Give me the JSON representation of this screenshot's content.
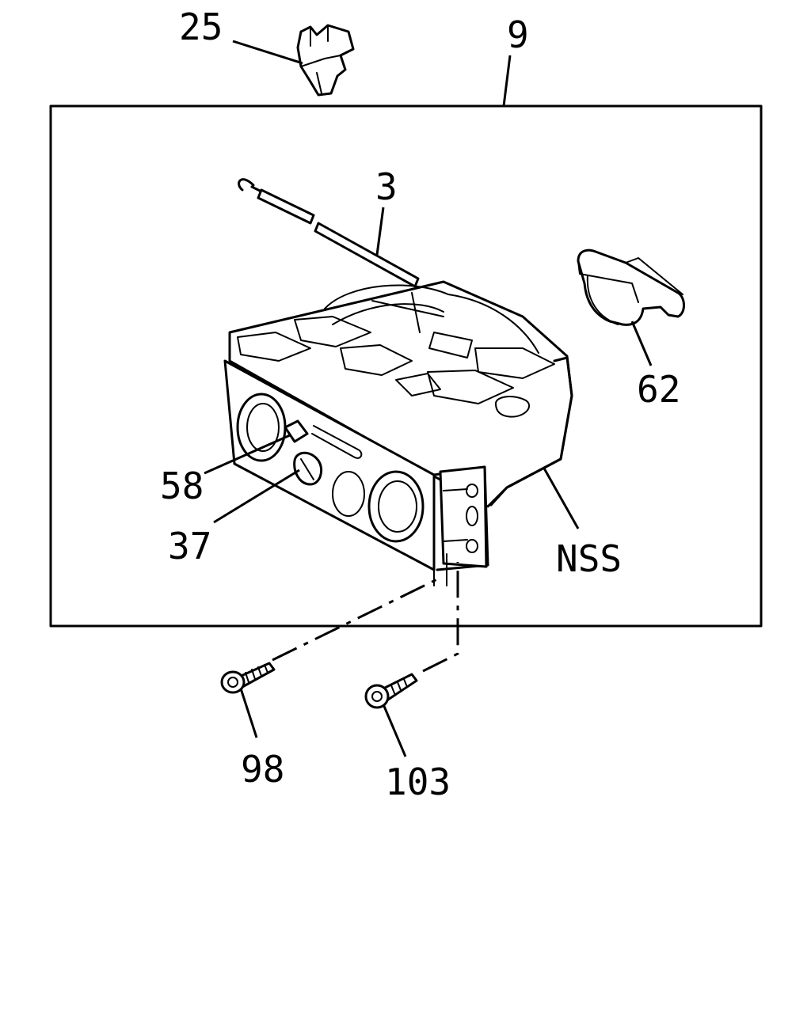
{
  "callouts": {
    "c25": "25",
    "c9": "9",
    "c3": "3",
    "c62": "62",
    "c58": "58",
    "c37": "37",
    "cNSS": "NSS",
    "c98": "98",
    "c103": "103"
  },
  "colors": {
    "line": "#000000",
    "background": "#ffffff"
  }
}
